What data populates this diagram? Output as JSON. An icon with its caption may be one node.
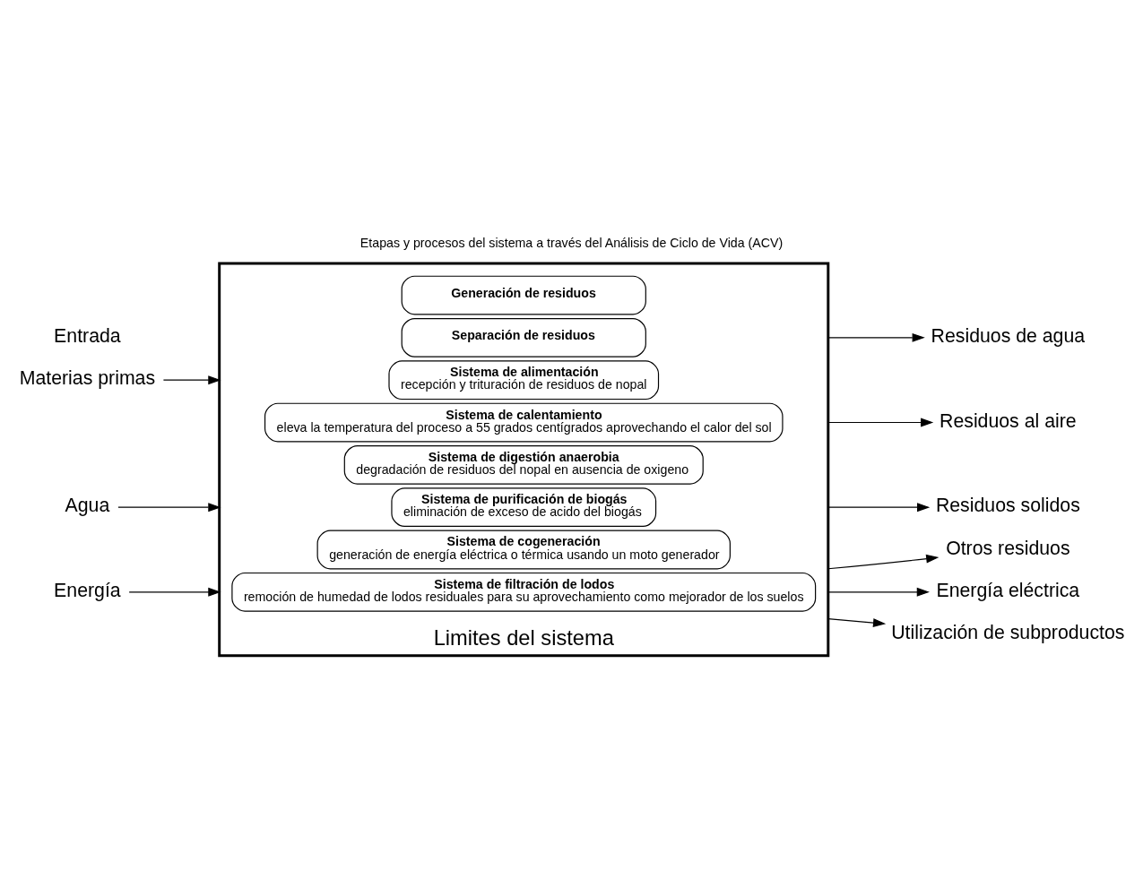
{
  "diagram": {
    "title": "Etapas y procesos del sistema a través del Análisis de Ciclo de Vida (ACV)",
    "nodes": [
      {
        "text": [
          "Limites del sistema"
        ]
      },
      {
        "text": [
          "Generación de residuos"
        ],
        "in": 0
      },
      {
        "text": [
          "Separación de residuos"
        ],
        "in": 0
      },
      {
        "text": [
          "Sistema de alimentación",
          "recepción y trituración de residuos de nopal"
        ],
        "in": 0
      },
      {
        "text": [
          "Sistema de calentamiento",
          "eleva la temperatura del proceso a 55 grados centígrados aprovechando el calor del sol"
        ],
        "in": 0
      },
      {
        "text": [
          "Sistema de digestión anaerobia",
          "degradación de residuos del nopal en ausencia de oxigeno"
        ],
        "in": 0
      },
      {
        "text": [
          "Sistema de purificación de biogás",
          "eliminación de exceso de acido del biogás"
        ],
        "in": 0
      },
      {
        "text": [
          "Sistema de cogeneración",
          "generación de energía eléctrica o térmica usando un moto generador"
        ],
        "in": 0
      },
      {
        "text": [
          "Sistema de filtración de lodos",
          "remoción de humedad de lodos residuales para su aprovechamiento como mejorador de los suelos"
        ],
        "in": 0
      },
      {
        "text": [
          "Materias primas"
        ]
      },
      {
        "text": [
          "Agua"
        ]
      },
      {
        "text": [
          "Energía"
        ]
      },
      {
        "text": [
          "Residuos de agua"
        ]
      },
      {
        "text": [
          "Residuos al aire"
        ]
      },
      {
        "text": [
          "Residuos solidos"
        ]
      },
      {
        "text": [
          "Otros residuos"
        ]
      },
      {
        "text": [
          "Energía eléctrica"
        ]
      },
      {
        "text": [
          "Utilización de subproductos"
        ]
      }
    ],
    "edges": [
      {
        "from": 9,
        "to": 0,
        "arrow": "to"
      },
      {
        "from": 10,
        "to": 0,
        "arrow": "to"
      },
      {
        "from": 11,
        "to": 0,
        "arrow": "to"
      },
      {
        "from": 0,
        "to": 12,
        "arrow": "to"
      },
      {
        "from": 0,
        "to": 13,
        "arrow": "to"
      },
      {
        "from": 0,
        "to": 14,
        "arrow": "to"
      },
      {
        "from": 0,
        "to": 15,
        "arrow": "to"
      },
      {
        "from": 0,
        "to": 16,
        "arrow": "to"
      },
      {
        "from": 0,
        "to": 17,
        "arrow": "to"
      }
    ],
    "labels": [
      "Entrada"
    ]
  }
}
